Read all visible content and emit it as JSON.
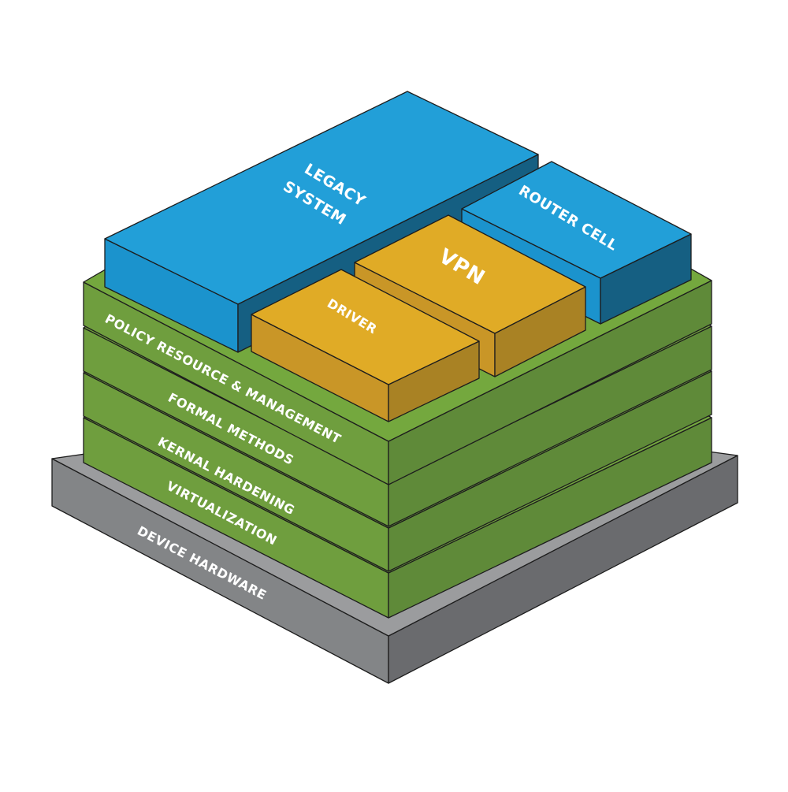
{
  "diagram": {
    "title": "Layered security architecture stack",
    "colors": {
      "green": {
        "top": "#74a83e",
        "left": "#6f9e3e",
        "right": "#5f8a39"
      },
      "blue": {
        "top": "#229fd8",
        "left": "#1b93cd",
        "right": "#155f82"
      },
      "gold": {
        "top": "#e0ab26",
        "left": "#c99627",
        "right": "#a98224"
      },
      "gray": {
        "top": "#9b9c9e",
        "left": "#838587",
        "right": "#6a6b6e"
      },
      "text": "#ffffff",
      "edge": "#1d1d1d"
    },
    "base": {
      "label": "DEVICE HARDWARE"
    },
    "layers": [
      {
        "label": "VIRTUALIZATION"
      },
      {
        "label": "KERNAL HARDENING"
      },
      {
        "label": "FORMAL METHODS"
      },
      {
        "label": "POLICY RESOURCE & MANAGEMENT"
      }
    ],
    "blocks": [
      {
        "name": "legacy-system",
        "lines": [
          "LEGACY",
          "SYSTEM"
        ],
        "color": "blue"
      },
      {
        "name": "router-cell",
        "lines": [
          "ROUTER CELL"
        ],
        "color": "blue"
      },
      {
        "name": "vpn",
        "lines": [
          "VPN"
        ],
        "color": "gold"
      },
      {
        "name": "driver",
        "lines": [
          "DRIVER"
        ],
        "color": "gold"
      }
    ]
  }
}
